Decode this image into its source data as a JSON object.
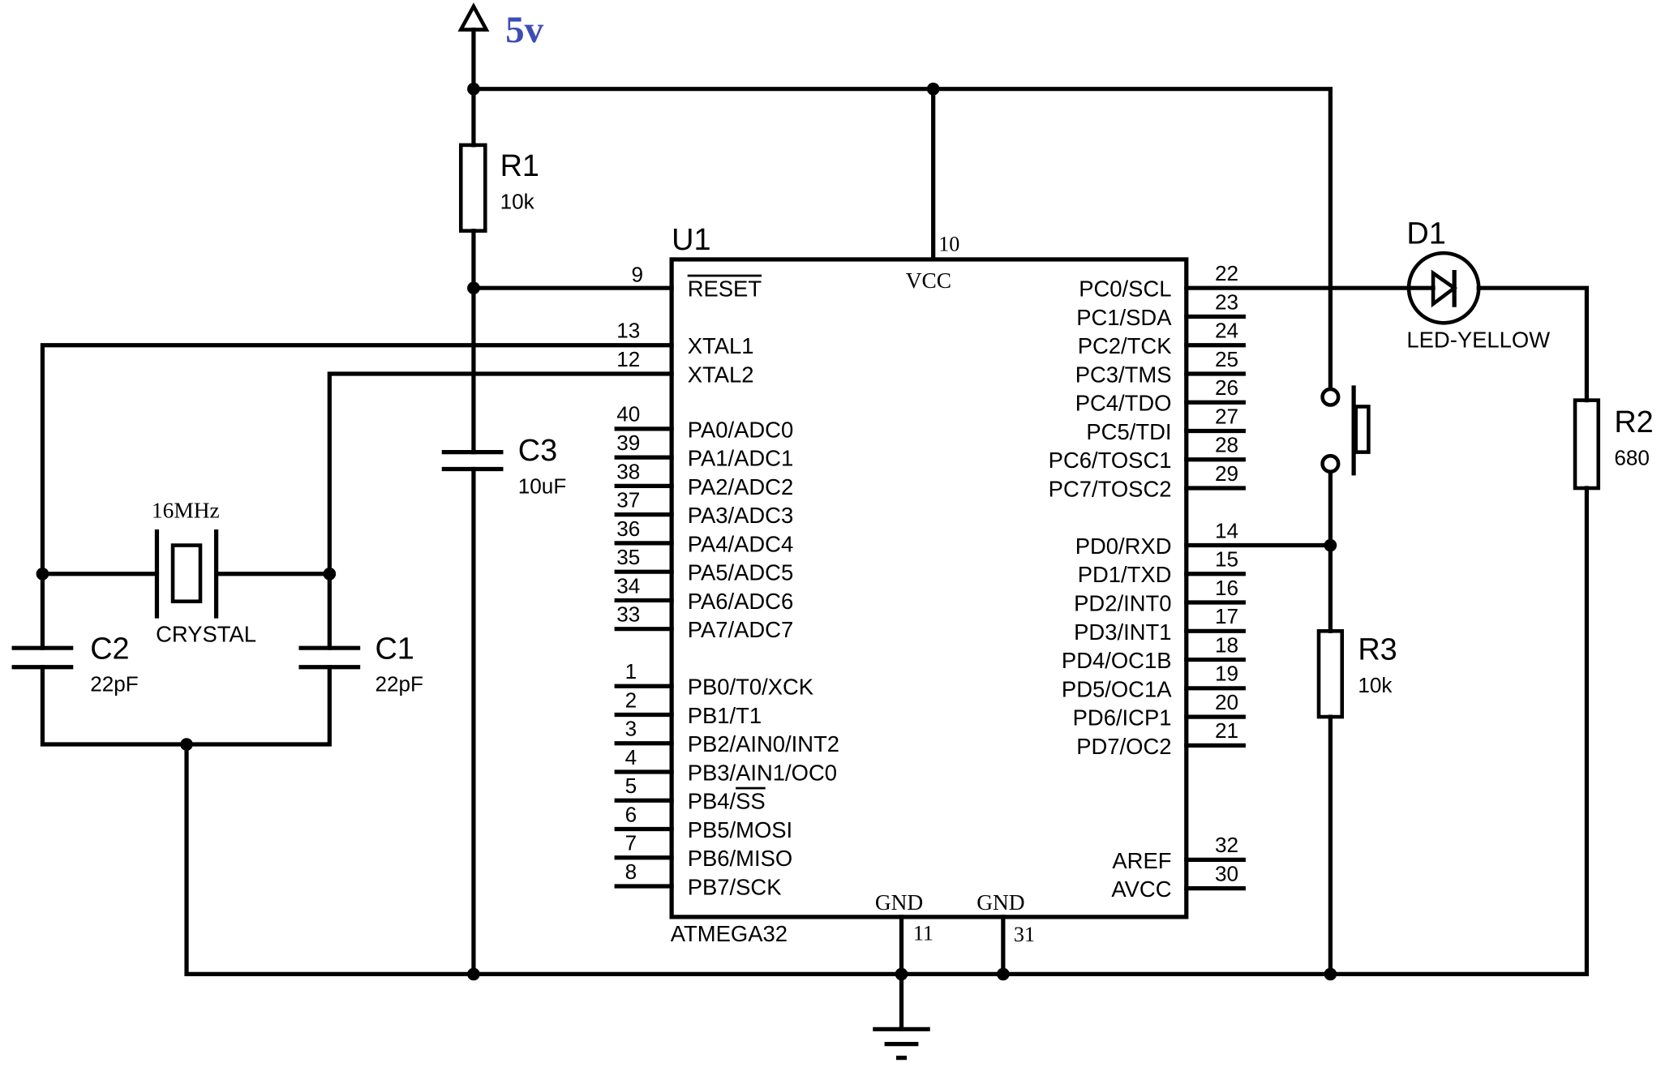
{
  "power": {
    "label": "5v",
    "color": "#3d4db5",
    "icon": "power-arrow-icon"
  },
  "u1": {
    "ref": "U1",
    "part": "ATMEGA32",
    "vcc": {
      "label": "VCC",
      "pin": "10"
    },
    "gnd1": {
      "label": "GND",
      "pin": "11"
    },
    "gnd2": {
      "label": "GND",
      "pin": "31"
    },
    "reset": {
      "label": "RESET",
      "pin": "9"
    },
    "left_pins": [
      {
        "pin": "13",
        "label": "XTAL1"
      },
      {
        "pin": "12",
        "label": "XTAL2"
      },
      {
        "pin": "40",
        "label": "PA0/ADC0"
      },
      {
        "pin": "39",
        "label": "PA1/ADC1"
      },
      {
        "pin": "38",
        "label": "PA2/ADC2"
      },
      {
        "pin": "37",
        "label": "PA3/ADC3"
      },
      {
        "pin": "36",
        "label": "PA4/ADC4"
      },
      {
        "pin": "35",
        "label": "PA5/ADC5"
      },
      {
        "pin": "34",
        "label": "PA6/ADC6"
      },
      {
        "pin": "33",
        "label": "PA7/ADC7"
      },
      {
        "pin": "1",
        "label": "PB0/T0/XCK"
      },
      {
        "pin": "2",
        "label": "PB1/T1"
      },
      {
        "pin": "3",
        "label": "PB2/AIN0/INT2"
      },
      {
        "pin": "4",
        "label": "PB3/AIN1/OC0"
      },
      {
        "pin": "5",
        "label": "PB4/",
        "overline": "SS"
      },
      {
        "pin": "6",
        "label": "PB5/MOSI"
      },
      {
        "pin": "7",
        "label": "PB6/MISO"
      },
      {
        "pin": "8",
        "label": "PB7/SCK"
      }
    ],
    "right_pins": [
      {
        "pin": "22",
        "label": "PC0/SCL"
      },
      {
        "pin": "23",
        "label": "PC1/SDA"
      },
      {
        "pin": "24",
        "label": "PC2/TCK"
      },
      {
        "pin": "25",
        "label": "PC3/TMS"
      },
      {
        "pin": "26",
        "label": "PC4/TDO"
      },
      {
        "pin": "27",
        "label": "PC5/TDI"
      },
      {
        "pin": "28",
        "label": "PC6/TOSC1"
      },
      {
        "pin": "29",
        "label": "PC7/TOSC2"
      },
      {
        "pin": "14",
        "label": "PD0/RXD"
      },
      {
        "pin": "15",
        "label": "PD1/TXD"
      },
      {
        "pin": "16",
        "label": "PD2/INT0"
      },
      {
        "pin": "17",
        "label": "PD3/INT1"
      },
      {
        "pin": "18",
        "label": "PD4/OC1B"
      },
      {
        "pin": "19",
        "label": "PD5/OC1A"
      },
      {
        "pin": "20",
        "label": "PD6/ICP1"
      },
      {
        "pin": "21",
        "label": "PD7/OC2"
      },
      {
        "pin": "32",
        "label": "AREF"
      },
      {
        "pin": "30",
        "label": "AVCC"
      }
    ]
  },
  "r1": {
    "ref": "R1",
    "value": "10k"
  },
  "r2": {
    "ref": "R2",
    "value": "680"
  },
  "r3": {
    "ref": "R3",
    "value": "10k"
  },
  "c1": {
    "ref": "C1",
    "value": "22pF"
  },
  "c2": {
    "ref": "C2",
    "value": "22pF"
  },
  "c3": {
    "ref": "C3",
    "value": "10uF"
  },
  "crystal": {
    "label": "CRYSTAL",
    "freq": "16MHz"
  },
  "d1": {
    "ref": "D1",
    "value": "LED-YELLOW"
  },
  "switch": {
    "icon": "pushbutton-icon"
  },
  "ground": {
    "icon": "ground-icon"
  }
}
